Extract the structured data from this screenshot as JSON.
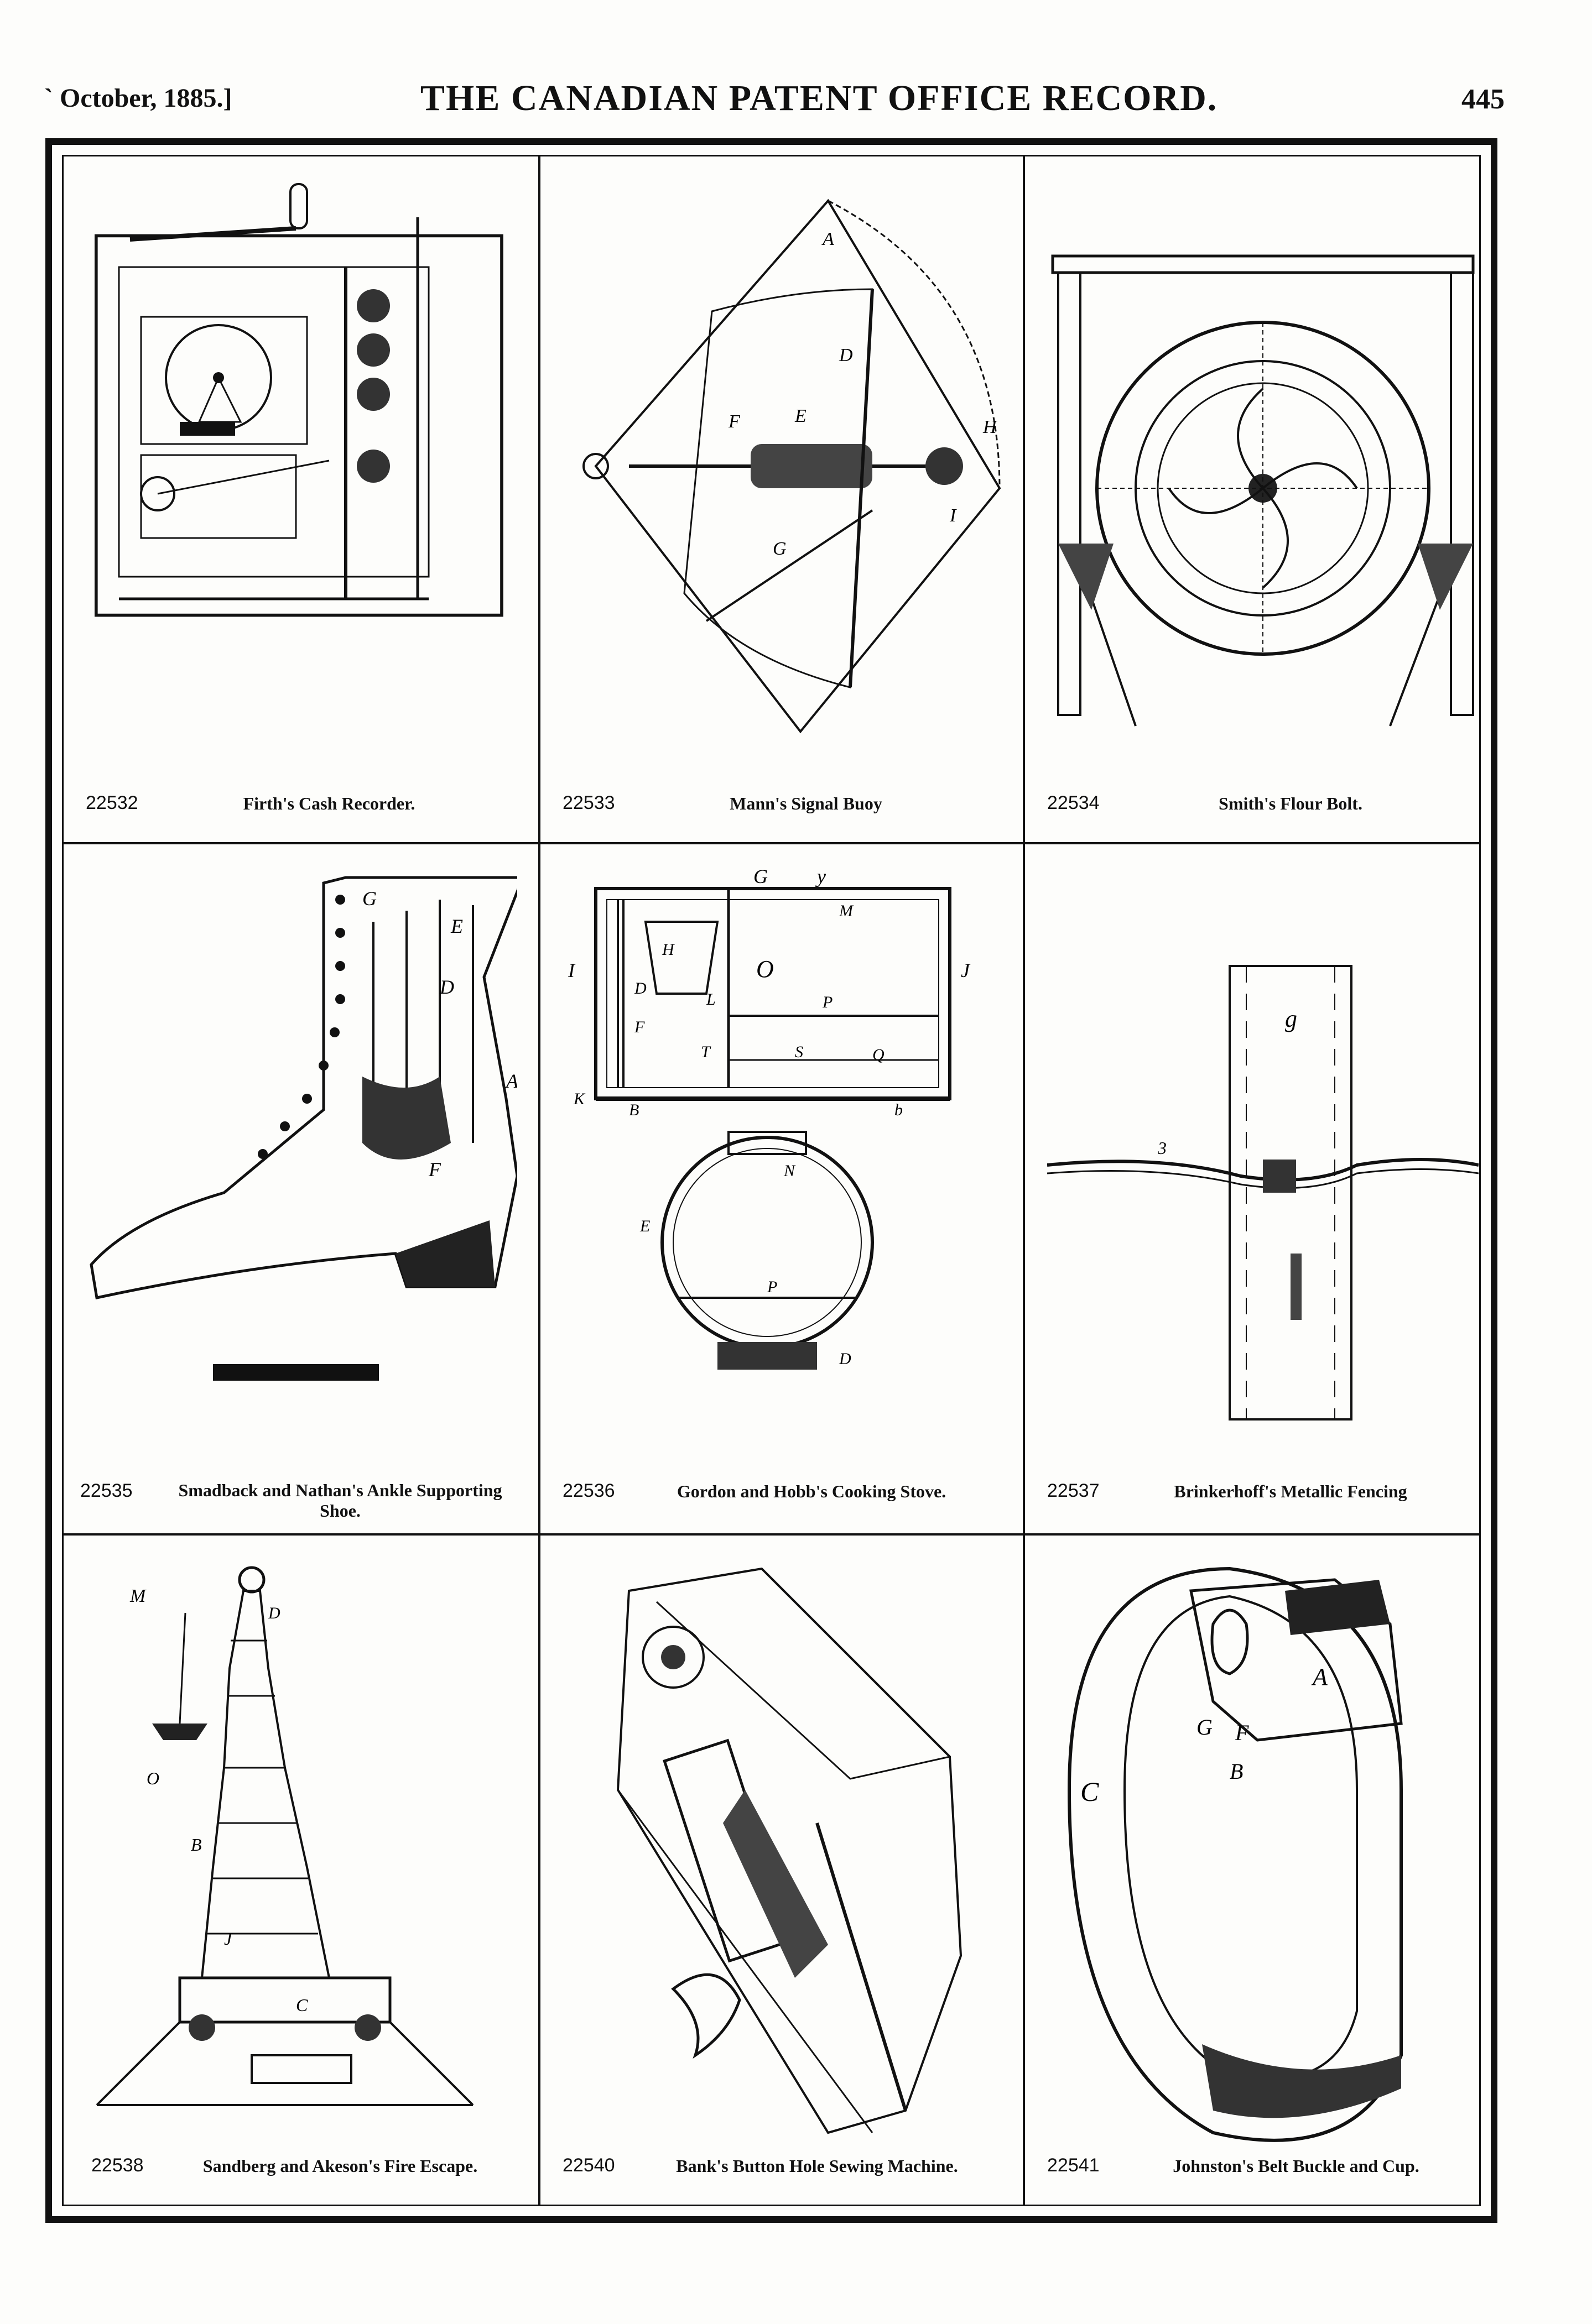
{
  "header": {
    "date": "` October, 1885.]",
    "title": "THE CANADIAN PATENT OFFICE RECORD.",
    "page": "445"
  },
  "patents": [
    {
      "number": "22532",
      "name": "Firth's Cash Recorder."
    },
    {
      "number": "22533",
      "name": "Mann's Signal Buoy"
    },
    {
      "number": "22534",
      "name": "Smith's Flour Bolt."
    },
    {
      "number": "22535",
      "name": "Smadback and Nathan's Ankle Supporting Shoe."
    },
    {
      "number": "22536",
      "name": "Gordon and Hobb's Cooking Stove."
    },
    {
      "number": "22537",
      "name": "Brinkerhoff's Metallic Fencing"
    },
    {
      "number": "22538",
      "name": "Sandberg and Akeson's Fire Escape."
    },
    {
      "number": "22540",
      "name": "Bank's Button Hole Sewing Machine."
    },
    {
      "number": "22541",
      "name": "Johnston's Belt Buckle and Cup."
    }
  ],
  "figure_labels": {
    "buoy": [
      "A",
      "D",
      "E",
      "F",
      "G",
      "H",
      "I"
    ],
    "stove": [
      "G",
      "y",
      "M",
      "H",
      "I",
      "D",
      "F",
      "L",
      "P",
      "T",
      "S",
      "Q",
      "K",
      "B",
      "b",
      "J",
      "O",
      "N",
      "E",
      "P",
      "D"
    ],
    "fence": [
      "g",
      "3"
    ],
    "shoe": [
      "G",
      "E",
      "D",
      "F",
      "A"
    ],
    "belt": [
      "C",
      "G",
      "F",
      "B",
      "A"
    ],
    "escape": [
      "M",
      "D",
      "J",
      "O",
      "B",
      "C"
    ]
  }
}
